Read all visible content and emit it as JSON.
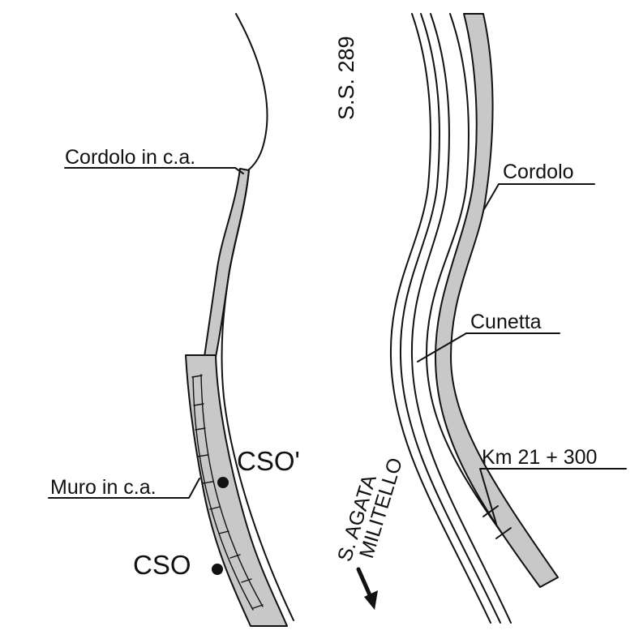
{
  "labels": {
    "road": "S.S. 289",
    "curb_left": "Cordolo in c.a.",
    "curb_right": "Cordolo",
    "gutter": "Cunetta",
    "km": "Km 21 + 300",
    "wall": "Muro in c.a.",
    "cso_prime": "CSO'",
    "cso": "CSO",
    "direction_line1": "S. AGATA",
    "direction_line2": "MILITELLO"
  },
  "colors": {
    "ink": "#111111",
    "band_fill": "#c8c8c8",
    "background": "#ffffff"
  },
  "icons": {
    "direction_arrow": "arrow-down-icon",
    "survey_point": "filled-circle-icon"
  }
}
